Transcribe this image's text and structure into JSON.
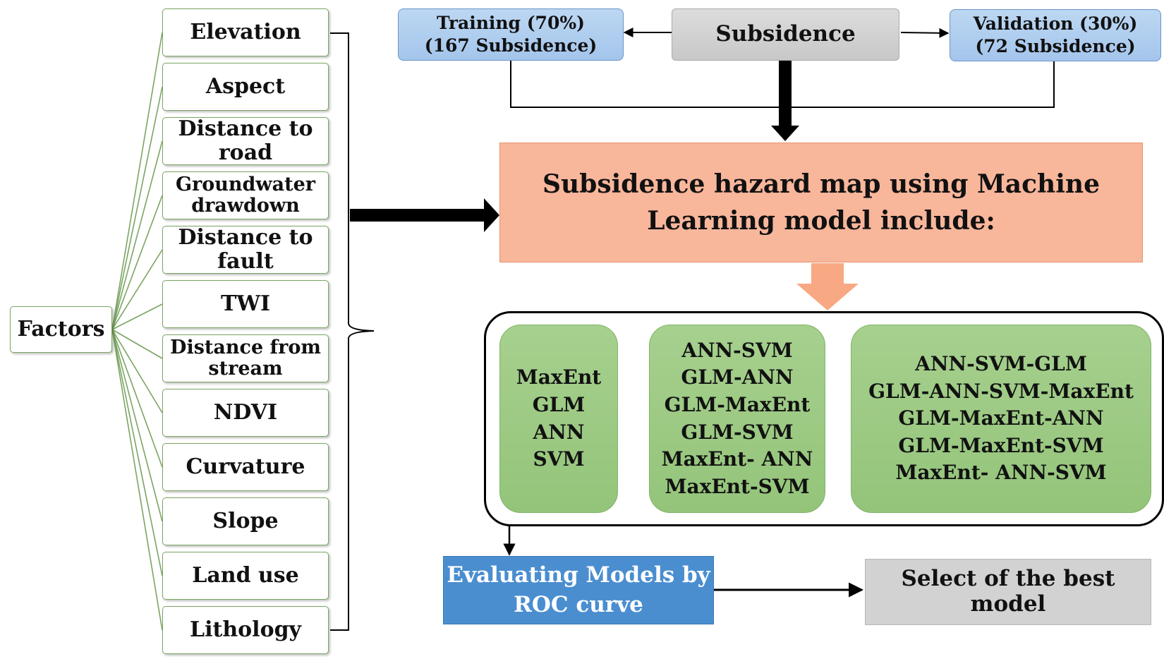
{
  "factors_label": "Factors",
  "factors": [
    {
      "lines": [
        "Elevation"
      ]
    },
    {
      "lines": [
        "Aspect"
      ]
    },
    {
      "lines": [
        "Distance to road"
      ]
    },
    {
      "lines": [
        "Groundwater",
        "drawdown"
      ]
    },
    {
      "lines": [
        "Distance to fault"
      ]
    },
    {
      "lines": [
        "TWI"
      ]
    },
    {
      "lines": [
        "Distance from",
        "stream"
      ]
    },
    {
      "lines": [
        "NDVI"
      ]
    },
    {
      "lines": [
        "Curvature"
      ]
    },
    {
      "lines": [
        "Slope"
      ]
    },
    {
      "lines": [
        "Land use"
      ]
    },
    {
      "lines": [
        "Lithology"
      ]
    }
  ],
  "subsidence": {
    "label": "Subsidence",
    "training": {
      "line1": "Training (70%)",
      "line2": "(167 Subsidence)"
    },
    "validation": {
      "line1": "Validation (30%)",
      "line2": "(72 Subsidence)"
    }
  },
  "hazard_map": {
    "line1": "Subsidence hazard map using Machine",
    "line2": "Learning model include:"
  },
  "model_groups": [
    [
      "MaxEnt",
      "GLM",
      "ANN",
      "SVM"
    ],
    [
      "ANN-SVM",
      "GLM-ANN",
      "GLM-MaxEnt",
      "GLM-SVM",
      "MaxEnt- ANN",
      "MaxEnt-SVM"
    ],
    [
      "ANN-SVM-GLM",
      "GLM-ANN-SVM-MaxEnt",
      "GLM-MaxEnt-ANN",
      "GLM-MaxEnt-SVM",
      "MaxEnt- ANN-SVM"
    ]
  ],
  "evaluation": {
    "line1": "Evaluating Models by",
    "line2": "ROC curve"
  },
  "best_model": "Select of the best model",
  "colors": {
    "factor_border": "#7aa562",
    "blue_box": "#a9c9ee",
    "gray_box": "#d0d0d0",
    "hazard_box": "#f8b69b",
    "hazard_arrow": "#f8a882",
    "green_box": "#9ccb82",
    "eval_box": "#4a8ed0"
  }
}
